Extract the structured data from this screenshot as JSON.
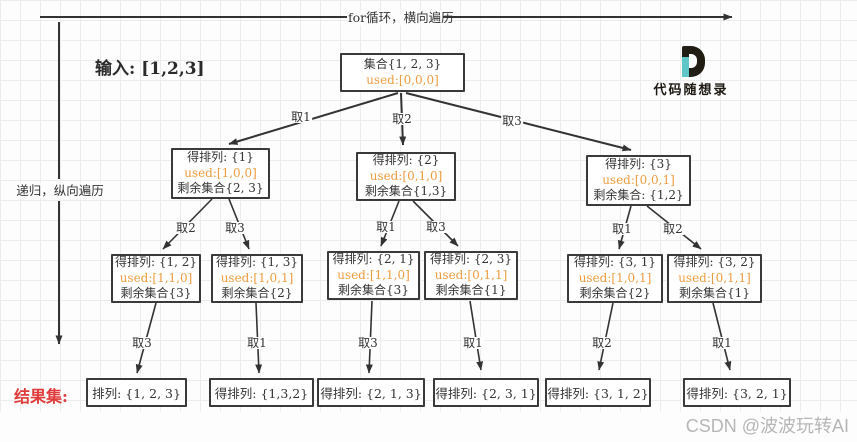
{
  "header": {
    "top_arrow_label": "for循环，横向遍历",
    "left_arrow_label": "递归，纵向遍历",
    "input_label": "输入: [1,2,3]"
  },
  "logo": {
    "text": "代码随想录"
  },
  "watermark": {
    "text": "CSDN @波波玩转AI"
  },
  "colors": {
    "used_text": "#ed9c3f",
    "results_caption": "#e03a3a",
    "node_border": "#3a3a3a",
    "logo_teal": "#5ec6c6",
    "watermark_gray": "#b6b6b6"
  },
  "root": {
    "line1": "集合{1, 2, 3}",
    "used": "used:[0,0,0]"
  },
  "level1_edges": [
    "取1",
    "取2",
    "取3"
  ],
  "level2": [
    {
      "title": "得排列: {1}",
      "used": "used:[1,0,0]",
      "remain": "剩余集合{2, 3}"
    },
    {
      "title": "得排列: {2}",
      "used": "used:[0,1,0]",
      "remain": "剩余集合{1,3}"
    },
    {
      "title": "得排列: {3}",
      "used": "used:[0,0,1]",
      "remain": "剩余集合: {1,2}"
    }
  ],
  "level2_edges": [
    "取2",
    "取3",
    "取1",
    "取3",
    "取1",
    "取2"
  ],
  "level3": [
    {
      "title": "得排列: {1, 2}",
      "used": "used:[1,1,0]",
      "remain": "剩余集合{3}"
    },
    {
      "title": "得排列: {1, 3}",
      "used": "used:[1,0,1]",
      "remain": "剩余集合{2}"
    },
    {
      "title": "得排列: {2, 1}",
      "used": "used:[1,1,0]",
      "remain": "剩余集合{3}"
    },
    {
      "title": "得排列: {2, 3}",
      "used": "used:[0,1,1]",
      "remain": "剩余集合{1}"
    },
    {
      "title": "得排列: {3, 1}",
      "used": "used:[1,0,1]",
      "remain": "剩余集合{2}"
    },
    {
      "title": "得排列: {3, 2}",
      "used": "used:[0,1,1]",
      "remain": "剩余集合{1}"
    }
  ],
  "level3_edges": [
    "取3",
    "取1",
    "取3",
    "取1",
    "取2",
    "取1"
  ],
  "results_caption": "结果集:",
  "results": [
    "排列: {1, 2, 3}",
    "得排列: {1,3,2}",
    "得排列: {2, 1, 3}",
    "得排列: {2, 3, 1}",
    "得排列: {3, 1, 2}",
    "得排列: {3, 2, 1}"
  ]
}
